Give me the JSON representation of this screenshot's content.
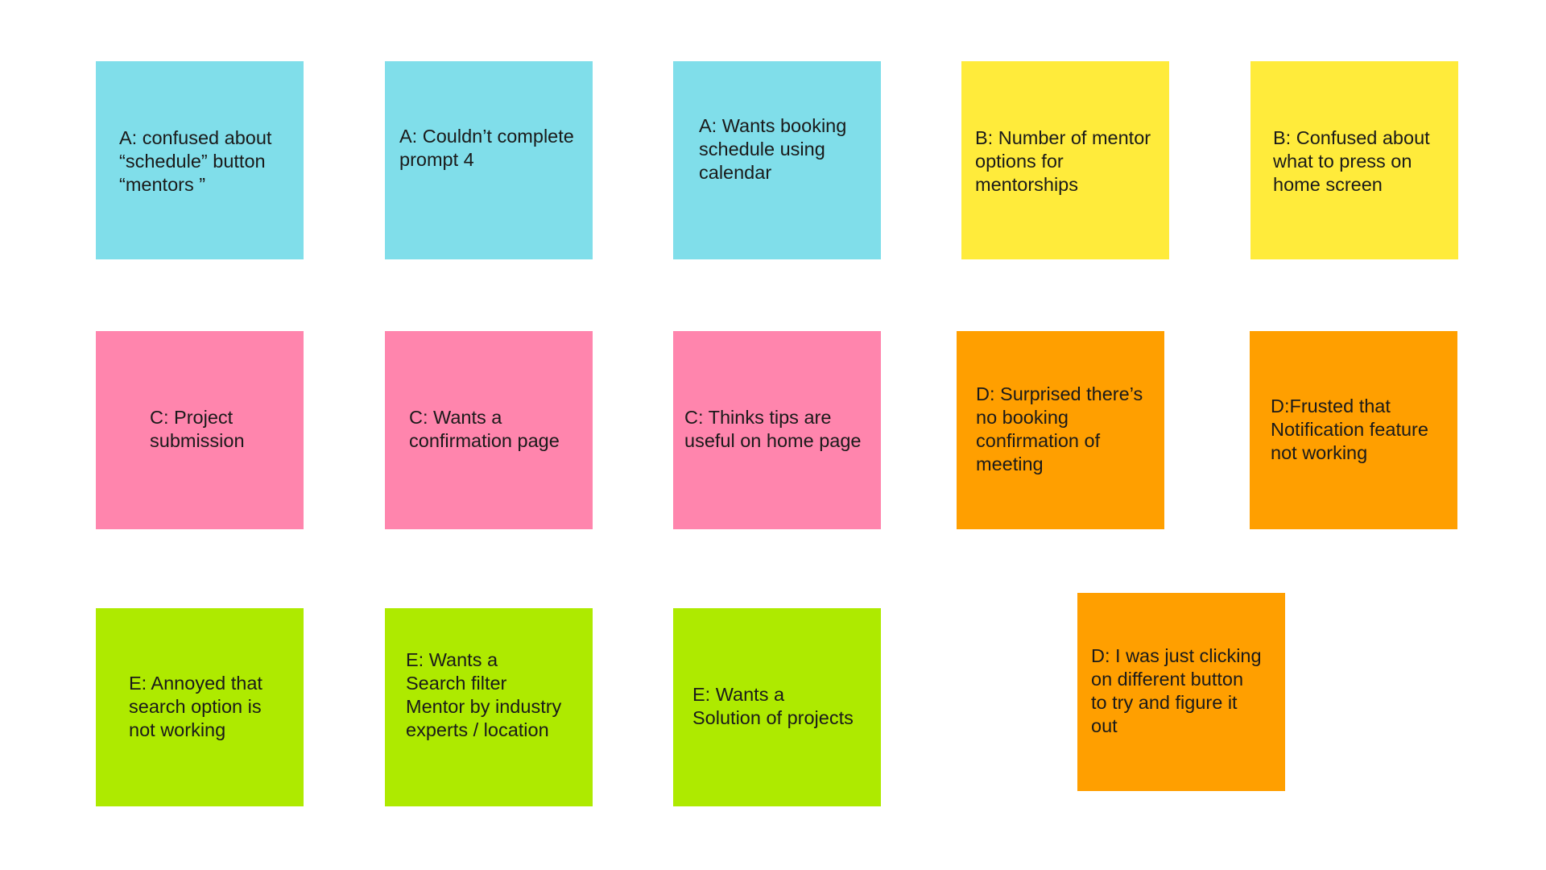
{
  "colors": {
    "A": "#80deea",
    "B": "#ffeb3b",
    "C": "#ff85ad",
    "D": "#ff9f00",
    "E": "#aeea00"
  },
  "notes": [
    {
      "group": "A",
      "text": "A: confused about\n“schedule” button\n“mentors ”"
    },
    {
      "group": "A",
      "text": "A: Couldn’t complete\nprompt 4"
    },
    {
      "group": "A",
      "text": "A: Wants booking\nschedule using\ncalendar"
    },
    {
      "group": "B",
      "text": "B: Number of mentor\noptions for\nmentorships"
    },
    {
      "group": "B",
      "text": "B: Confused about\nwhat to press on\nhome screen"
    },
    {
      "group": "C",
      "text": "C: Project\nsubmission"
    },
    {
      "group": "C",
      "text": "C: Wants a\nconfirmation page"
    },
    {
      "group": "C",
      "text": "C: Thinks tips are\nuseful on home page"
    },
    {
      "group": "D",
      "text": "D: Surprised there’s\n no booking\nconfirmation of\nmeeting"
    },
    {
      "group": "D",
      "text": "D:Frusted that\nNotification feature\nnot working"
    },
    {
      "group": "E",
      "text": "E: Annoyed that\nsearch option is\nnot working"
    },
    {
      "group": "E",
      "text": "E: Wants a\nSearch filter\nMentor by industry\nexperts / location"
    },
    {
      "group": "E",
      "text": "E: Wants a\nSolution of projects"
    },
    {
      "group": "D",
      "text": "D: I was just clicking\non different button\nto try and figure it\nout"
    }
  ]
}
